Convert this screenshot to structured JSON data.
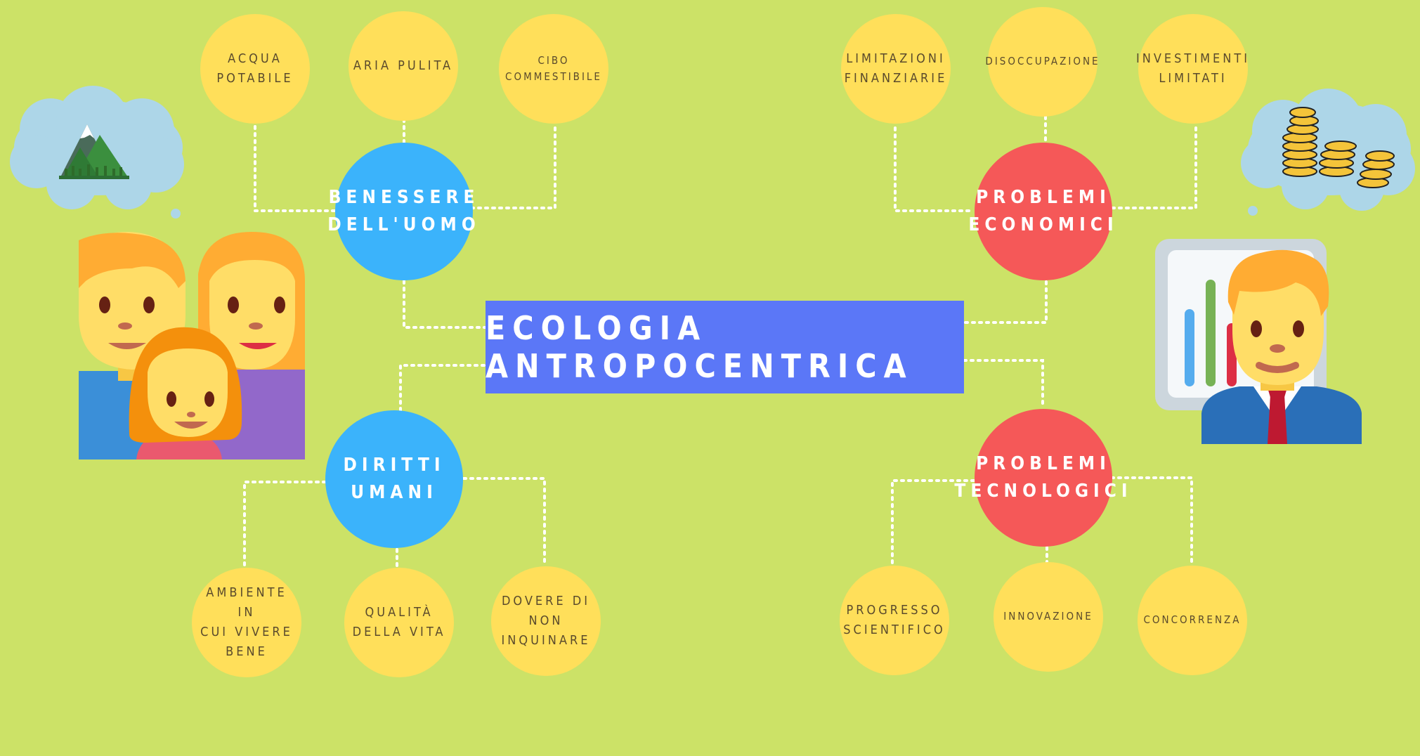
{
  "title": "ECOLOGIA ANTROPOCENTRICA",
  "hubs": {
    "benessere": "BENESSERE\nDELL'UOMO",
    "diritti": "DIRITTI\nUMANI",
    "economici": "PROBLEMI\nECONOMICI",
    "tecnologici": "PROBLEMI\nTECNOLOGICI"
  },
  "leaves": {
    "acqua": "ACQUA\nPOTABILE",
    "aria": "ARIA PULITA",
    "cibo": "CIBO\nCOMMESTIBILE",
    "ambiente": "AMBIENTE IN\nCUI VIVERE\nBENE",
    "qualita": "QUALITÀ\nDELLA VITA",
    "dovere": "DOVERE DI\nNON\nINQUINARE",
    "limitazioni": "LIMITAZIONI\nFINANZIARIE",
    "disoccupazione": "DISOCCUPAZIONE",
    "investimenti": "INVESTIMENTI\nLIMITATI",
    "progresso": "PROGRESSO\nSCIENTIFICO",
    "innovazione": "INNOVAZIONE",
    "concorrenza": "CONCORRENZA"
  },
  "colors": {
    "background": "#cce267",
    "title_box": "#5b77f7",
    "hub_blue": "#3bb3fb",
    "hub_red": "#f55858",
    "leaf": "#ffdf5a",
    "connector": "#ffffff"
  },
  "icons": [
    "mountain-thought-icon",
    "family-icon",
    "coins-thought-icon",
    "businessman-chart-icon"
  ]
}
